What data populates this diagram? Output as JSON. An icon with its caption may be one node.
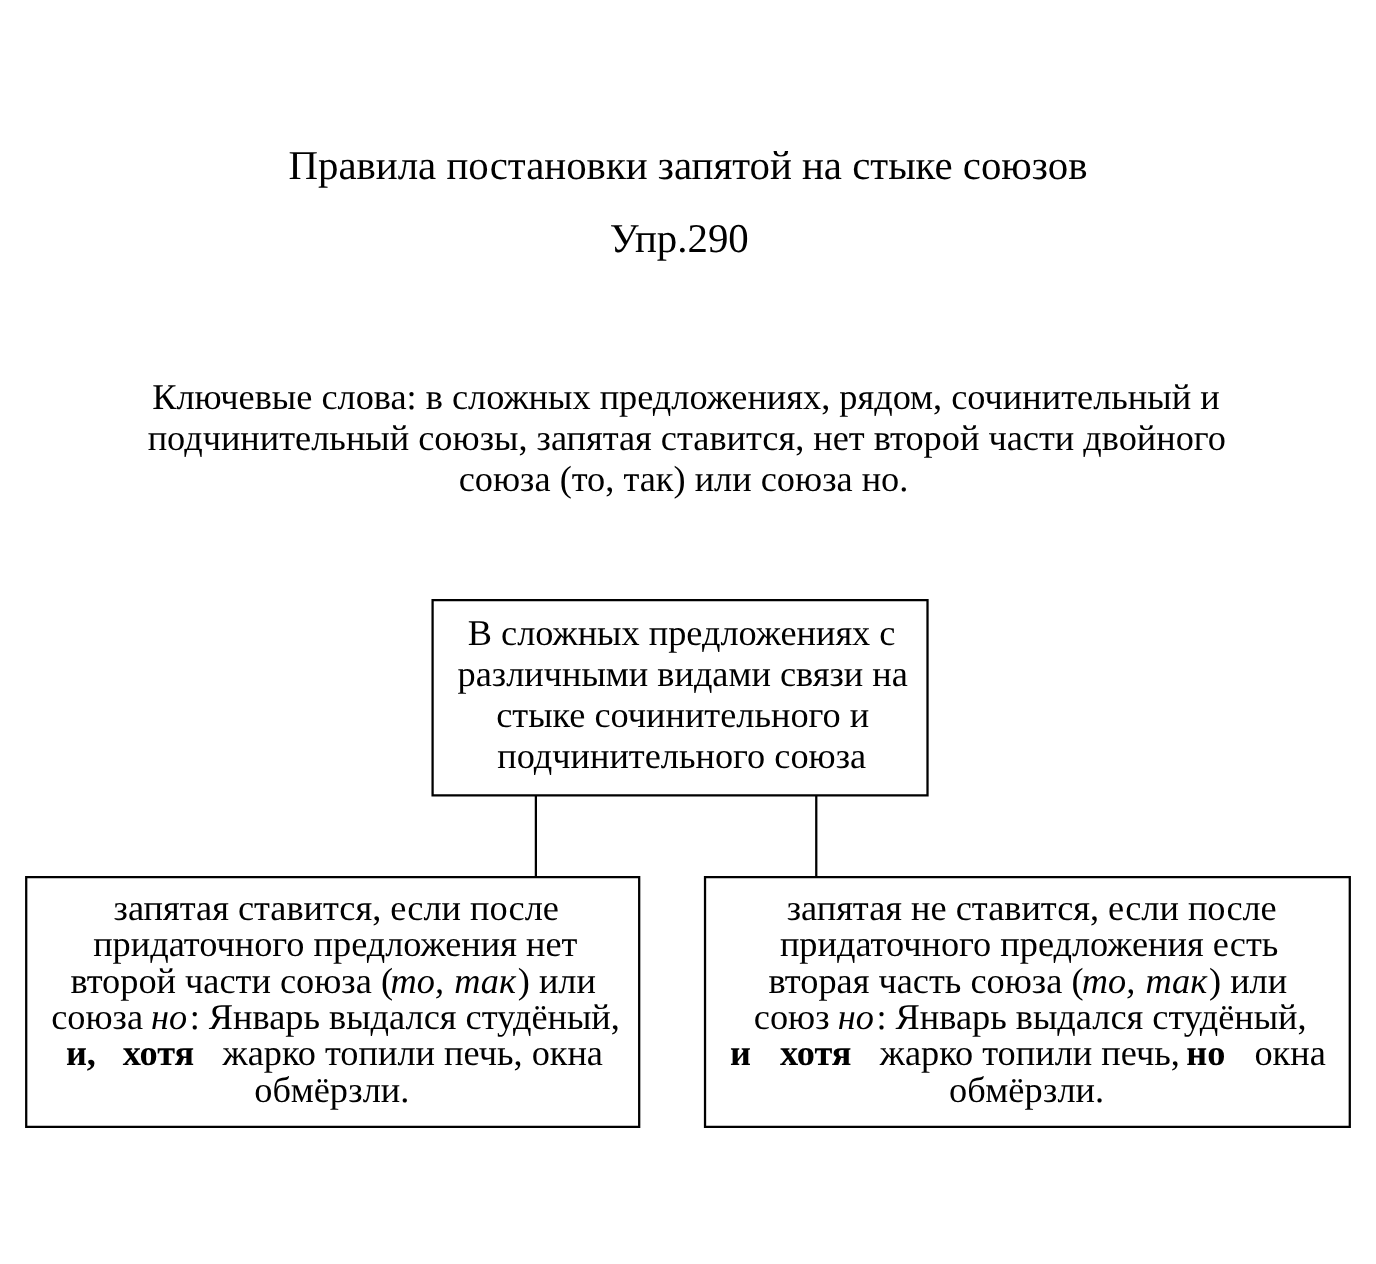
{
  "diagram": {
    "title": "Правила постановки запятой на стыке союзов",
    "nodes": [
      {
        "text": [
          "В сложных предложениях с различными видами связи на стыке сочинительного и подчинительного союза"
        ]
      },
      {
        "text": [
          "запятая ставится, если после придаточного предложения нет второй части союза (*то, так*) или союза *но*: Январь выдался студёный, **и, хотя** жарко топили печь, окна обмёрзли."
        ]
      },
      {
        "text": [
          "запятая не ставится, если после придаточного предложения есть вторая часть союза (*то, так*) или союз *но*: Январь выдался студёный, **и хотя** жарко топили печь, **но** окна обмёрзли."
        ]
      }
    ],
    "edges": [
      {
        "from": 0,
        "to": 1,
        "arrow": "none"
      },
      {
        "from": 0,
        "to": 2,
        "arrow": "none"
      }
    ],
    "labels": [
      "Упр.290",
      "Ключевые слова: в сложных предложениях, рядом, сочинительный и подчинительный союзы, запятая ставится, нет второй части двойного союза (то, так) или союза но."
    ]
  }
}
